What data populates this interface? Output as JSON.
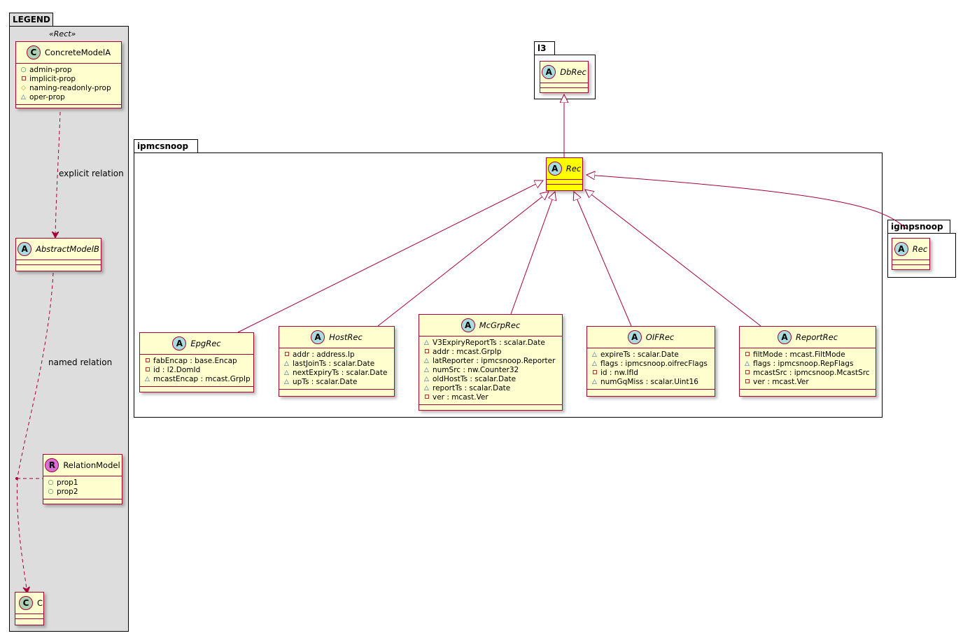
{
  "packages": {
    "legend": {
      "name": "LEGEND"
    },
    "l3": {
      "name": "l3"
    },
    "ipmcsnoop": {
      "name": "ipmcsnoop"
    },
    "igmpsnoop": {
      "name": "igmpsnoop"
    }
  },
  "legend": {
    "stereotype": "«Rect»",
    "concrete": {
      "spot": "C",
      "name": "ConcreteModelA",
      "attrs": [
        {
          "vis": "public",
          "text": "admin-prop"
        },
        {
          "vis": "private",
          "text": "implicit-prop"
        },
        {
          "vis": "protected",
          "text": "naming-readonly-prop"
        },
        {
          "vis": "package",
          "text": "oper-prop"
        }
      ]
    },
    "abstract": {
      "spot": "A",
      "name": "AbstractModelB"
    },
    "relation_model": {
      "spot": "R",
      "name": "RelationModel",
      "attrs": [
        {
          "vis": "public",
          "text": "prop1"
        },
        {
          "vis": "public",
          "text": "prop2"
        }
      ]
    },
    "c": {
      "spot": "C",
      "name": "C"
    },
    "explicit_relation": "explicit relation",
    "named_relation": "named relation"
  },
  "classes": {
    "dbrec": {
      "spot": "A",
      "name": "DbRec"
    },
    "rec": {
      "spot": "A",
      "name": "Rec",
      "highlight": "#ffff00"
    },
    "igmp_rec": {
      "spot": "A",
      "name": "Rec"
    },
    "epgrec": {
      "spot": "A",
      "name": "EpgRec",
      "attrs": [
        {
          "vis": "private",
          "text": "fabEncap : base.Encap"
        },
        {
          "vis": "private",
          "text": "id : l2.DomId"
        },
        {
          "vis": "package",
          "text": "mcastEncap : mcast.GrpIp"
        }
      ]
    },
    "hostrec": {
      "spot": "A",
      "name": "HostRec",
      "attrs": [
        {
          "vis": "private",
          "text": "addr : address.Ip"
        },
        {
          "vis": "package",
          "text": "lastJoinTs : scalar.Date"
        },
        {
          "vis": "package",
          "text": "nextExpiryTs : scalar.Date"
        },
        {
          "vis": "package",
          "text": "upTs : scalar.Date"
        }
      ]
    },
    "mcgrprec": {
      "spot": "A",
      "name": "McGrpRec",
      "attrs": [
        {
          "vis": "package",
          "text": "V3ExpiryReportTs : scalar.Date"
        },
        {
          "vis": "private",
          "text": "addr : mcast.GrpIp"
        },
        {
          "vis": "package",
          "text": "latReporter : ipmcsnoop.Reporter"
        },
        {
          "vis": "package",
          "text": "numSrc : nw.Counter32"
        },
        {
          "vis": "package",
          "text": "oldHostTs : scalar.Date"
        },
        {
          "vis": "package",
          "text": "reportTs : scalar.Date"
        },
        {
          "vis": "private",
          "text": "ver : mcast.Ver"
        }
      ]
    },
    "oifrec": {
      "spot": "A",
      "name": "OIFRec",
      "attrs": [
        {
          "vis": "package",
          "text": "expireTs : scalar.Date"
        },
        {
          "vis": "package",
          "text": "flags : ipmcsnoop.oifrecFlags"
        },
        {
          "vis": "private",
          "text": "id : nw.IfId"
        },
        {
          "vis": "package",
          "text": "numGqMiss : scalar.Uint16"
        }
      ]
    },
    "reportrec": {
      "spot": "A",
      "name": "ReportRec",
      "attrs": [
        {
          "vis": "private",
          "text": "filtMode : mcast.FiltMode"
        },
        {
          "vis": "package",
          "text": "flags : ipmcsnoop.RepFlags"
        },
        {
          "vis": "private",
          "text": "mcastSrc : ipmcsnoop.McastSrc"
        },
        {
          "vis": "private",
          "text": "ver : mcast.Ver"
        }
      ]
    }
  },
  "colors": {
    "class_fill": "#fefece",
    "class_border": "#a80036",
    "legend_fill": "#dddddd",
    "highlight": "#ffff00"
  }
}
